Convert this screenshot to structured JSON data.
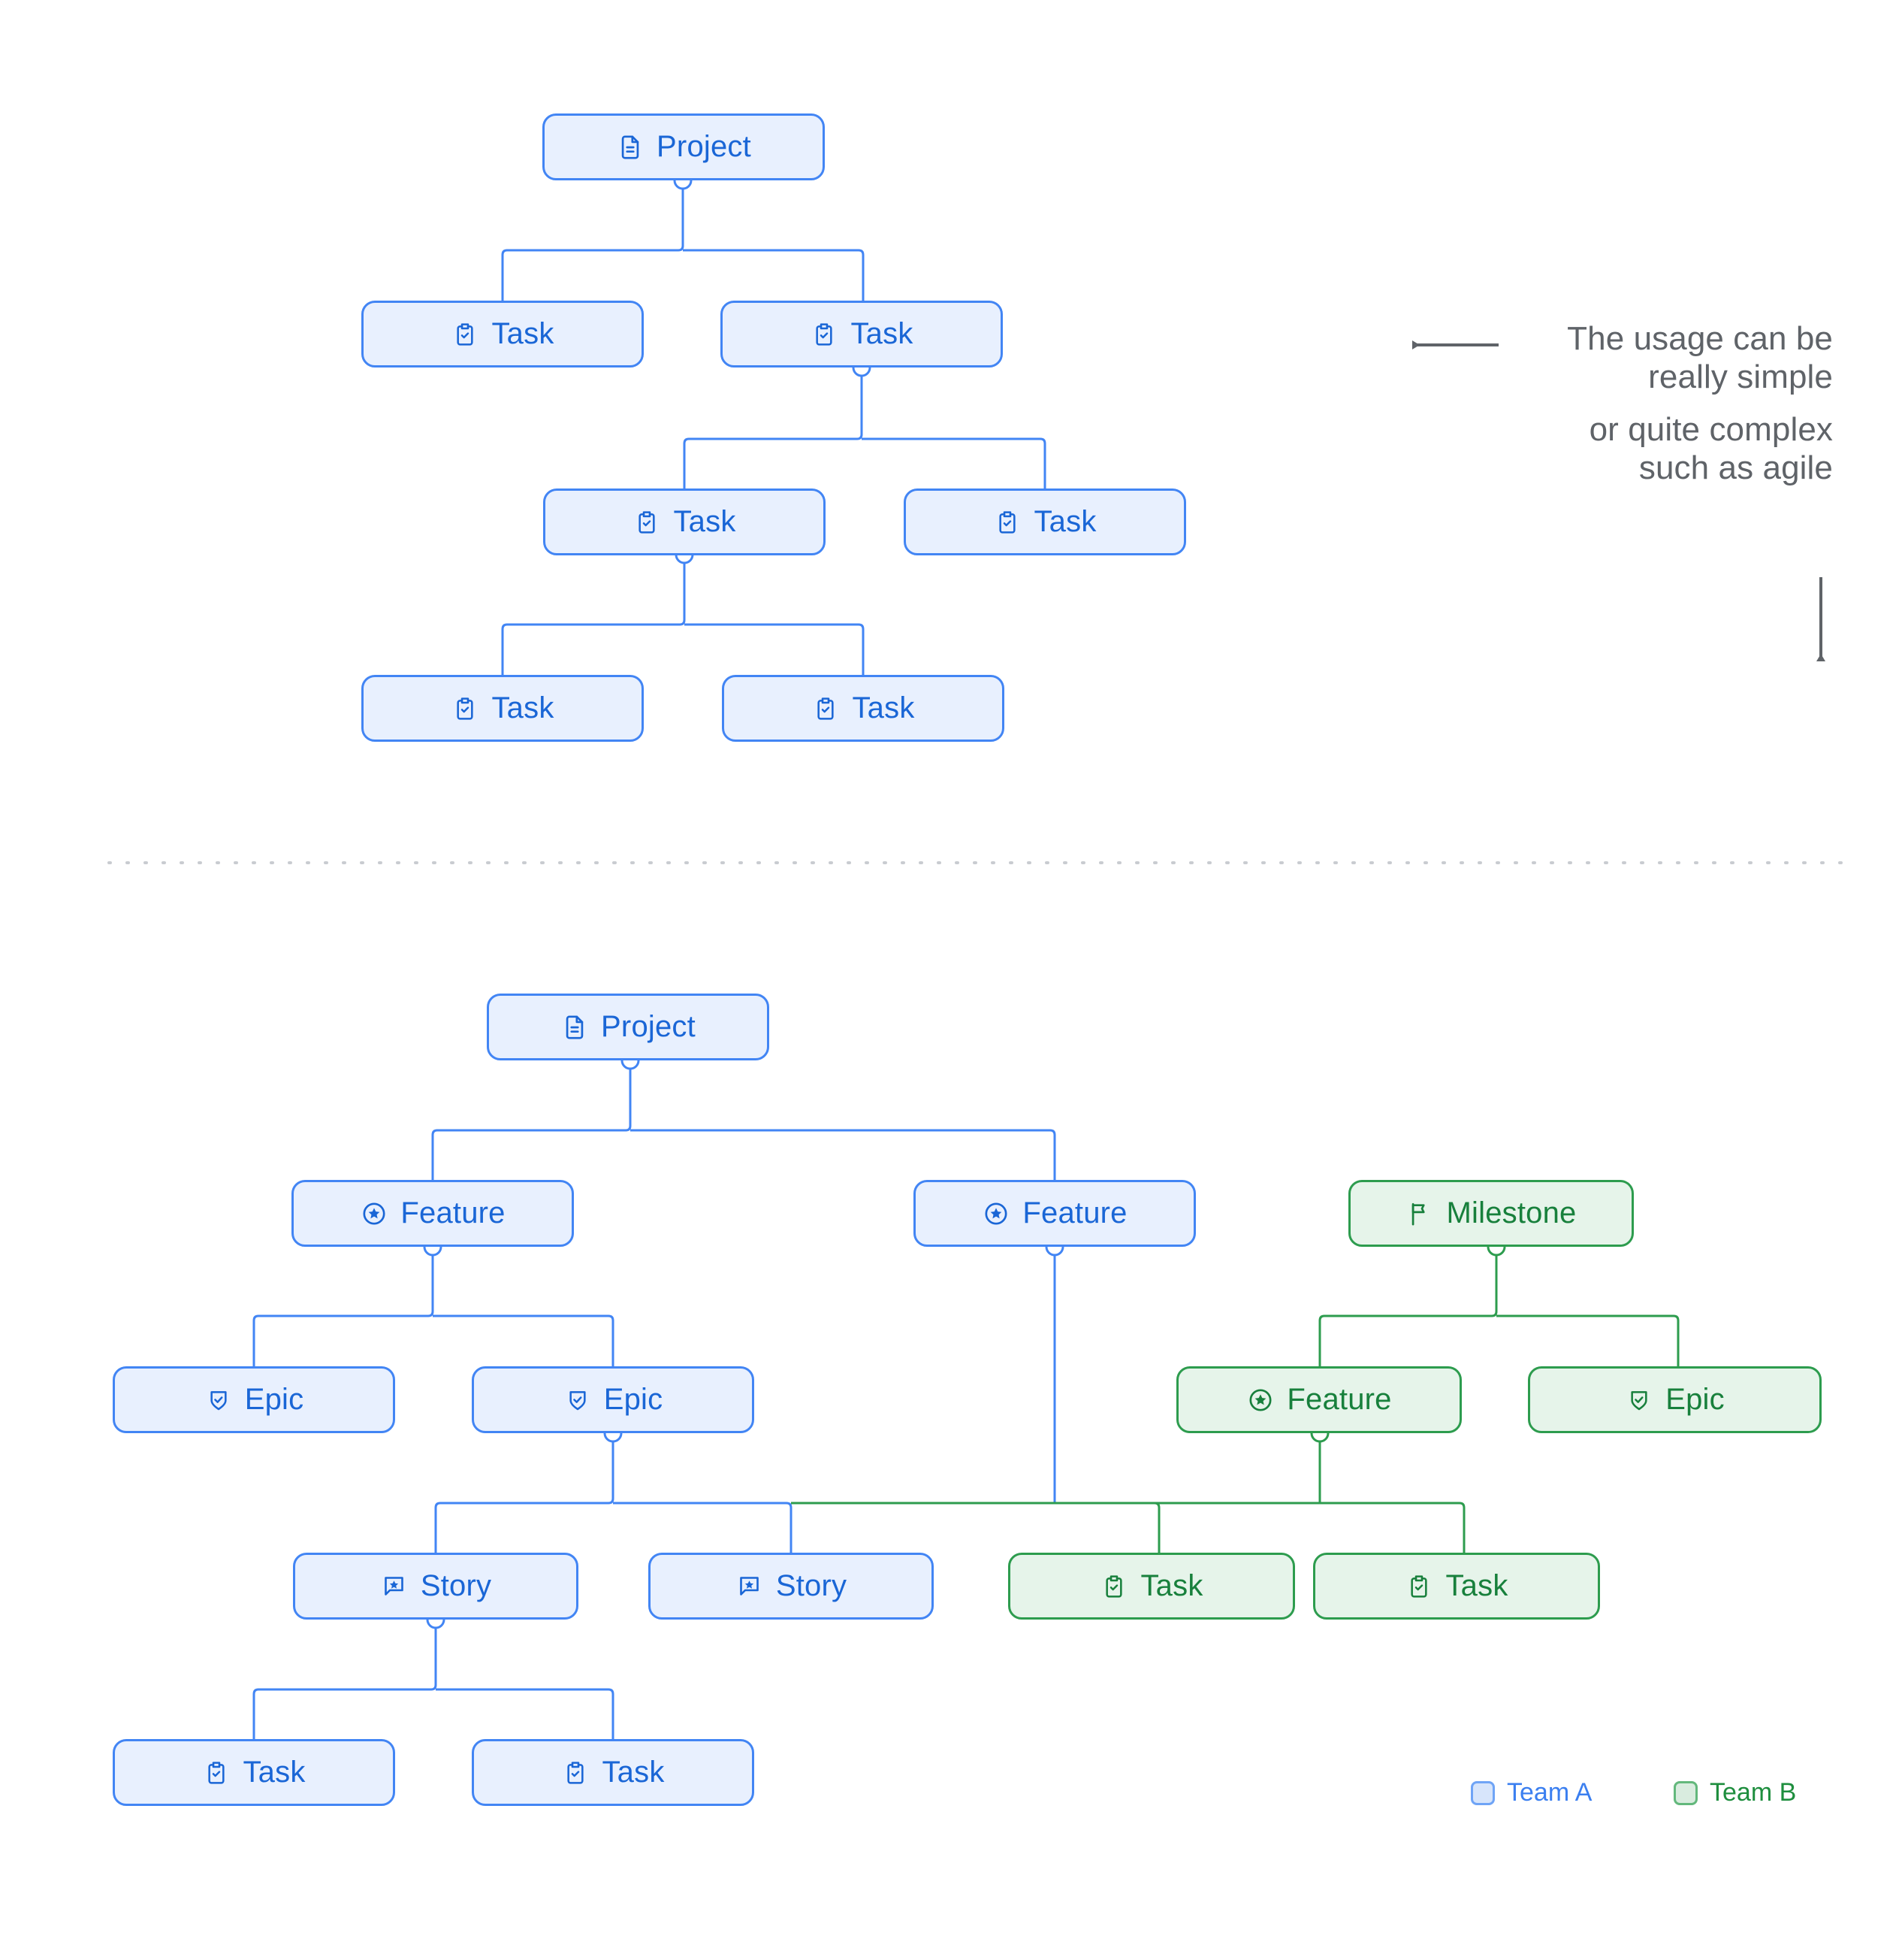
{
  "theme": {
    "blue_border": "#4285f4",
    "blue_fill": "#e8f0fe",
    "blue_text": "#1a66d6",
    "green_border": "#2d9c4e",
    "green_fill": "#e6f4ea",
    "green_text": "#18803c",
    "annotation_text": "#5f6368",
    "divider": "#c9ccd1",
    "background": "#ffffff"
  },
  "annotation": {
    "line1": "The usage can be",
    "line2": "really simple",
    "line3": "or quite complex",
    "line4": "such as agile"
  },
  "legend": {
    "team_a": "Team A",
    "team_b": "Team B"
  },
  "diagram_top": {
    "nodes": [
      {
        "id": "t-project",
        "label": "Project",
        "icon": "document-icon",
        "team": "blue"
      },
      {
        "id": "t-task-1",
        "label": "Task",
        "icon": "clipboard-check-icon",
        "team": "blue"
      },
      {
        "id": "t-task-2",
        "label": "Task",
        "icon": "clipboard-check-icon",
        "team": "blue"
      },
      {
        "id": "t-task-3",
        "label": "Task",
        "icon": "clipboard-check-icon",
        "team": "blue"
      },
      {
        "id": "t-task-4",
        "label": "Task",
        "icon": "clipboard-check-icon",
        "team": "blue"
      },
      {
        "id": "t-task-5",
        "label": "Task",
        "icon": "clipboard-check-icon",
        "team": "blue"
      },
      {
        "id": "t-task-6",
        "label": "Task",
        "icon": "clipboard-check-icon",
        "team": "blue"
      }
    ]
  },
  "diagram_bottom": {
    "nodes": [
      {
        "id": "b-project",
        "label": "Project",
        "icon": "document-icon",
        "team": "blue"
      },
      {
        "id": "b-feature-1",
        "label": "Feature",
        "icon": "star-circle-icon",
        "team": "blue"
      },
      {
        "id": "b-feature-2",
        "label": "Feature",
        "icon": "star-circle-icon",
        "team": "blue"
      },
      {
        "id": "b-milestone",
        "label": "Milestone",
        "icon": "flag-icon",
        "team": "green"
      },
      {
        "id": "b-epic-1",
        "label": "Epic",
        "icon": "shield-check-icon",
        "team": "blue"
      },
      {
        "id": "b-epic-2",
        "label": "Epic",
        "icon": "shield-check-icon",
        "team": "blue"
      },
      {
        "id": "b-feature-3",
        "label": "Feature",
        "icon": "star-circle-icon",
        "team": "green"
      },
      {
        "id": "b-epic-3",
        "label": "Epic",
        "icon": "shield-check-icon",
        "team": "green"
      },
      {
        "id": "b-story-1",
        "label": "Story",
        "icon": "comment-star-icon",
        "team": "blue"
      },
      {
        "id": "b-story-2",
        "label": "Story",
        "icon": "comment-star-icon",
        "team": "blue"
      },
      {
        "id": "b-task-1",
        "label": "Task",
        "icon": "clipboard-check-icon",
        "team": "green"
      },
      {
        "id": "b-task-2",
        "label": "Task",
        "icon": "clipboard-check-icon",
        "team": "green"
      },
      {
        "id": "b-task-3",
        "label": "Task",
        "icon": "clipboard-check-icon",
        "team": "blue"
      },
      {
        "id": "b-task-4",
        "label": "Task",
        "icon": "clipboard-check-icon",
        "team": "blue"
      }
    ]
  }
}
